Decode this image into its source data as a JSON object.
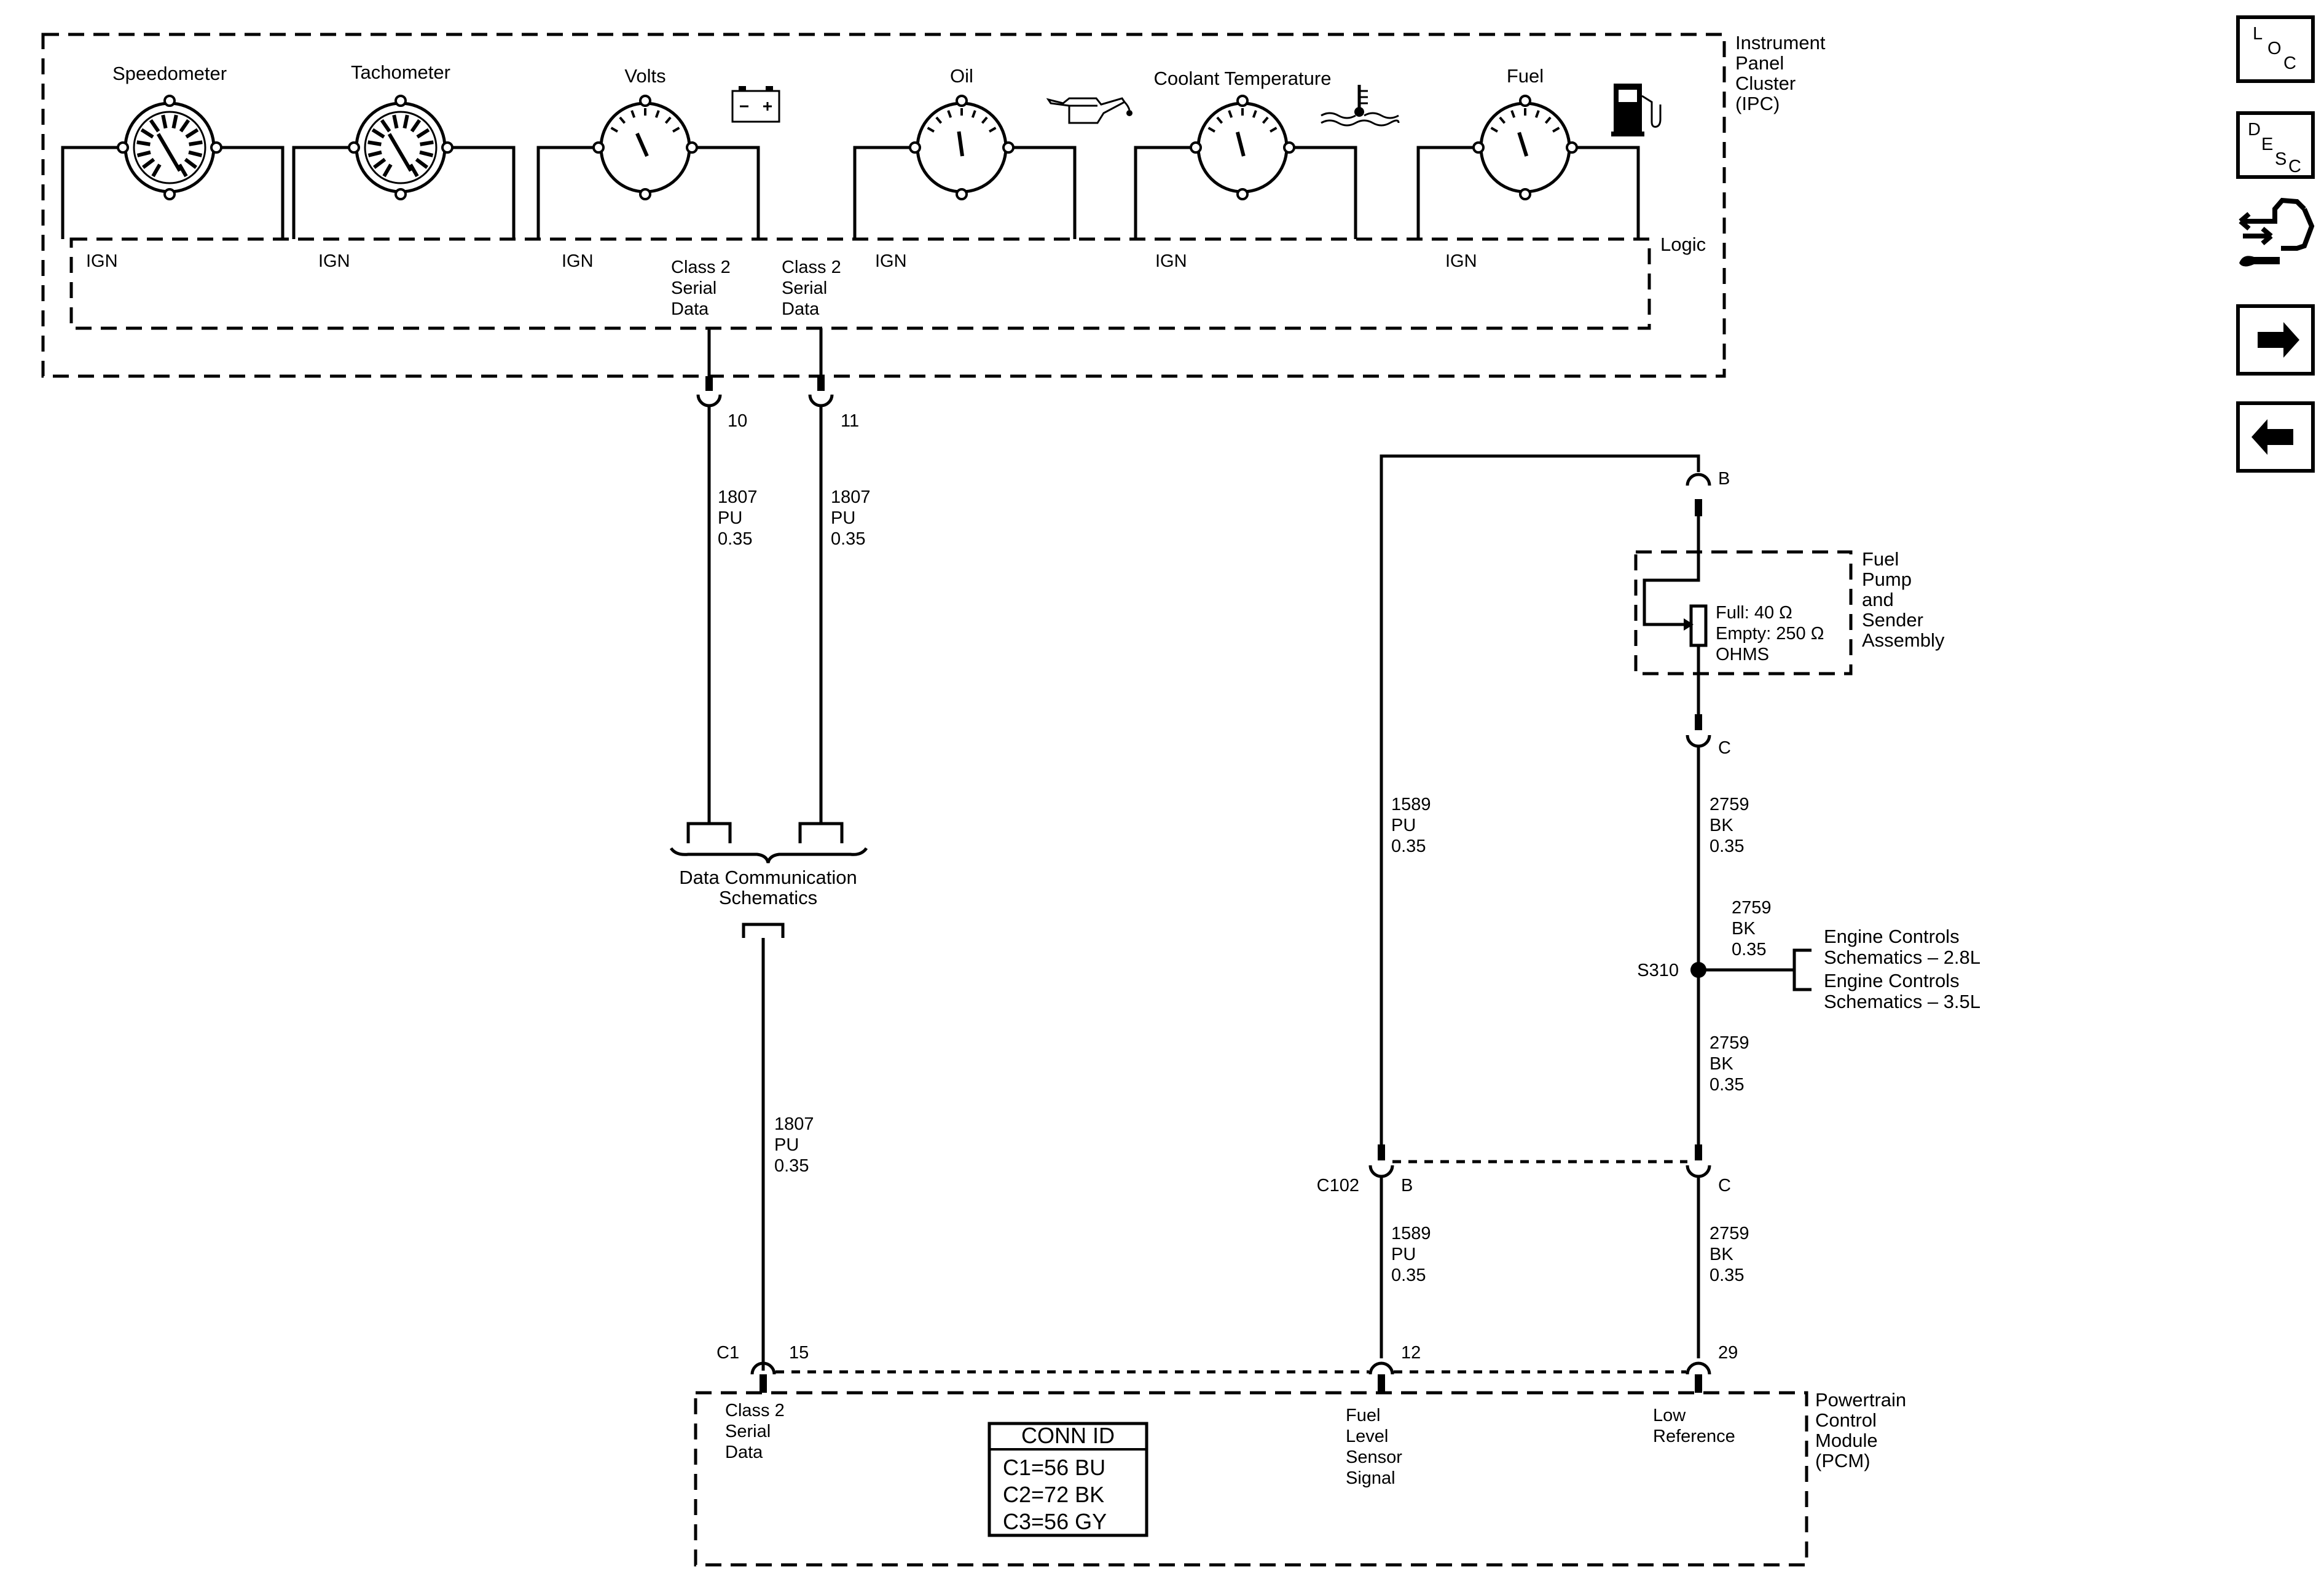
{
  "ipc": {
    "name": [
      "Instrument",
      "Panel",
      "Cluster",
      "(IPC)"
    ],
    "logic_label": "Logic",
    "gauges": [
      "Speedometer",
      "Tachometer",
      "Volts",
      "Oil",
      "Coolant Temperature",
      "Fuel"
    ],
    "ign_label": "IGN",
    "class2": [
      "Class 2",
      "Serial",
      "Data"
    ]
  },
  "circuits": {
    "serial_a": {
      "pin": "10",
      "spec": [
        "1807",
        "PU",
        "0.35"
      ]
    },
    "serial_b": {
      "pin": "11",
      "spec": [
        "1807",
        "PU",
        "0.35"
      ]
    },
    "serial_pcm": {
      "spec": [
        "1807",
        "PU",
        "0.35"
      ]
    },
    "fuel_signal_upper": {
      "spec": [
        "1589",
        "PU",
        "0.35"
      ]
    },
    "fuel_signal_lower": {
      "spec": [
        "1589",
        "PU",
        "0.35"
      ]
    },
    "ground_upper": {
      "spec": [
        "2759",
        "BK",
        "0.35"
      ]
    },
    "ground_branch": {
      "spec": [
        "2759",
        "BK",
        "0.35"
      ]
    },
    "ground_middle": {
      "spec": [
        "2759",
        "BK",
        "0.35"
      ]
    },
    "ground_lower": {
      "spec": [
        "2759",
        "BK",
        "0.35"
      ]
    }
  },
  "data_comm": {
    "label": [
      "Data Communication",
      "Schematics"
    ]
  },
  "fuel_pump": {
    "name": [
      "Fuel",
      "Pump",
      "and",
      "Sender",
      "Assembly"
    ],
    "spec": [
      "Full: 40 Ω",
      "Empty: 250 Ω",
      "OHMS"
    ],
    "pin_top": "B",
    "pin_bottom": "C"
  },
  "splice": {
    "label": "S310",
    "refs": [
      [
        "Engine Controls",
        "Schematics – 2.8L"
      ],
      [
        "Engine Controls",
        "Schematics – 3.5L"
      ]
    ]
  },
  "c102": {
    "label": "C102",
    "pin_b": "B",
    "pin_c": "C"
  },
  "pcm": {
    "name": [
      "Powertrain",
      "Control",
      "Module",
      "(PCM)"
    ],
    "connector": "C1",
    "pins": [
      "15",
      "12",
      "29"
    ],
    "terminals": [
      [
        "Class 2",
        "Serial",
        "Data"
      ],
      [
        "Fuel",
        "Level",
        "Sensor",
        "Signal"
      ],
      [
        "Low",
        "Reference"
      ]
    ],
    "conn_id": {
      "title": "CONN ID",
      "rows": [
        "C1=56 BU",
        "C2=72 BK",
        "C3=56 GY"
      ]
    }
  },
  "nav": {
    "loc": [
      "L",
      "O",
      "C"
    ],
    "desc": [
      "D",
      "E",
      "S",
      "C"
    ],
    "icons": [
      "service-tools-icon",
      "arrow-right-icon",
      "arrow-left-icon"
    ]
  }
}
